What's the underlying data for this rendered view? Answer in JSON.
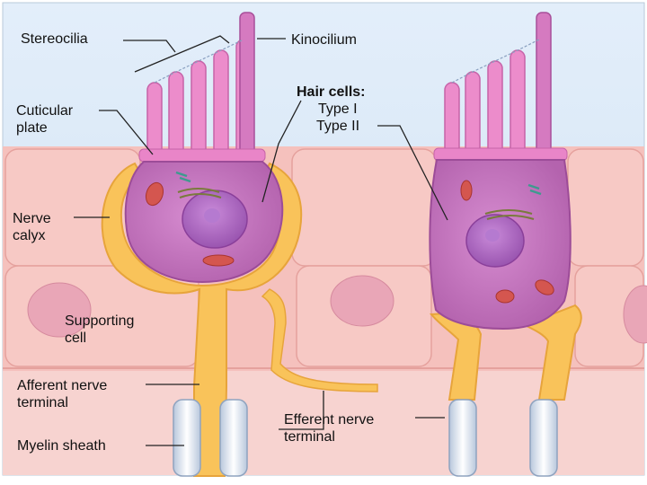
{
  "colors": {
    "background": "#d8e8f6",
    "tissue": "#f6c3c0",
    "tissue_edge": "#e5a19d",
    "hair_cell": "#c976c3",
    "hair_cell_edge": "#9c4c98",
    "stereocilia": "#e985c8",
    "nerve": "#f9c35a",
    "nerve_edge": "#e7a43b",
    "myelin": "#dfe6f1",
    "mitochondria": "#d4564f"
  },
  "labels": {
    "stereocilia": "Stereocilia",
    "kinocilium": "Kinocilium",
    "cuticular_plate": [
      "Cuticular",
      "plate"
    ],
    "hair_cells_heading": "Hair cells:",
    "type1": "Type I",
    "type2": "Type II",
    "nerve_calyx": [
      "Nerve",
      "calyx"
    ],
    "supporting_cell": [
      "Supporting",
      "cell"
    ],
    "afferent": [
      "Afferent nerve",
      "terminal"
    ],
    "efferent": [
      "Efferent nerve",
      "terminal"
    ],
    "myelin": "Myelin sheath"
  }
}
